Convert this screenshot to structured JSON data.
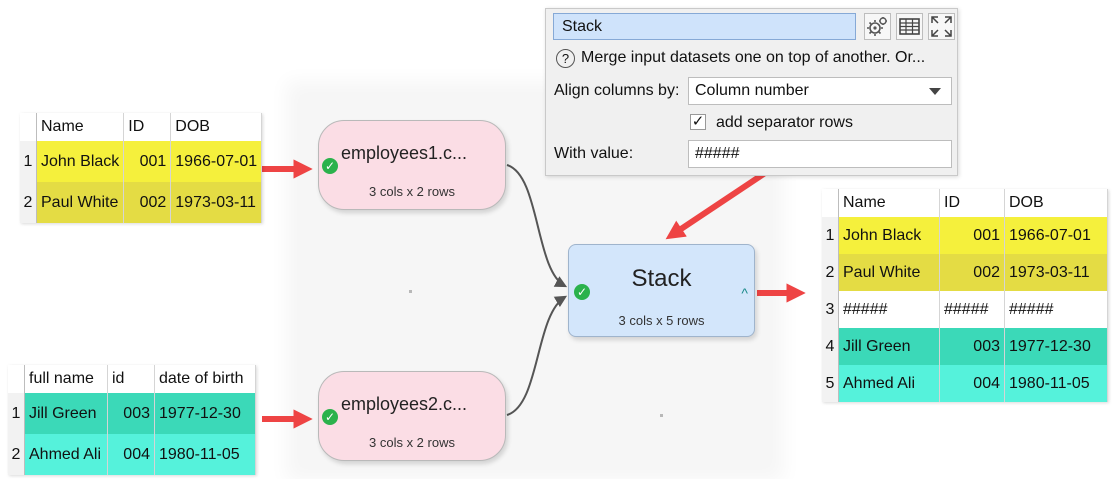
{
  "input1": {
    "headers": [
      "Name",
      "ID",
      "DOB"
    ],
    "rows": [
      {
        "n": "1",
        "c": [
          "John Black",
          "001",
          "1966-07-01"
        ]
      },
      {
        "n": "2",
        "c": [
          "Paul White",
          "002",
          "1973-03-11"
        ]
      }
    ]
  },
  "input2": {
    "headers": [
      "full name",
      "id",
      "date of birth"
    ],
    "rows": [
      {
        "n": "1",
        "c": [
          "Jill Green",
          "003",
          "1977-12-30"
        ]
      },
      {
        "n": "2",
        "c": [
          "Ahmed Ali",
          "004",
          "1980-11-05"
        ]
      }
    ]
  },
  "output": {
    "headers": [
      "Name",
      "ID",
      "DOB"
    ],
    "rows": [
      {
        "n": "1",
        "c": [
          "John Black",
          "001",
          "1966-07-01"
        ]
      },
      {
        "n": "2",
        "c": [
          "Paul White",
          "002",
          "1973-03-11"
        ]
      },
      {
        "n": "3",
        "c": [
          "#####",
          "#####",
          "#####"
        ]
      },
      {
        "n": "4",
        "c": [
          "Jill Green",
          "003",
          "1977-12-30"
        ]
      },
      {
        "n": "5",
        "c": [
          "Ahmed Ali",
          "004",
          "1980-11-05"
        ]
      }
    ]
  },
  "nodes": {
    "emp1": {
      "title": "employees1.c...",
      "sub": "3 cols x 2 rows",
      "check": "✓"
    },
    "emp2": {
      "title": "employees2.c...",
      "sub": "3 cols x 2 rows",
      "check": "✓"
    },
    "stack": {
      "title": "Stack",
      "sub": "3 cols x 5 rows",
      "caret": "^",
      "check": "✓"
    }
  },
  "panel": {
    "name": "Stack",
    "help": "?",
    "description": "Merge input datasets one on top of another. Or...",
    "align_label": "Align columns by:",
    "align_value": "Column number",
    "separator_check": "✓",
    "separator_label": "add separator rows",
    "with_value_label": "With value:",
    "with_value": "#####",
    "icons": [
      "gear-icon",
      "table-icon",
      "expand-icon"
    ]
  },
  "colors": {
    "yellow1": "#f5f03c",
    "yellow2": "#e4dc44",
    "green1": "#3bd9b8",
    "green2": "#55f2db",
    "arrow": "#ee4444",
    "node_pink": "#fbdde5",
    "node_blue": "#d3e6fb"
  }
}
